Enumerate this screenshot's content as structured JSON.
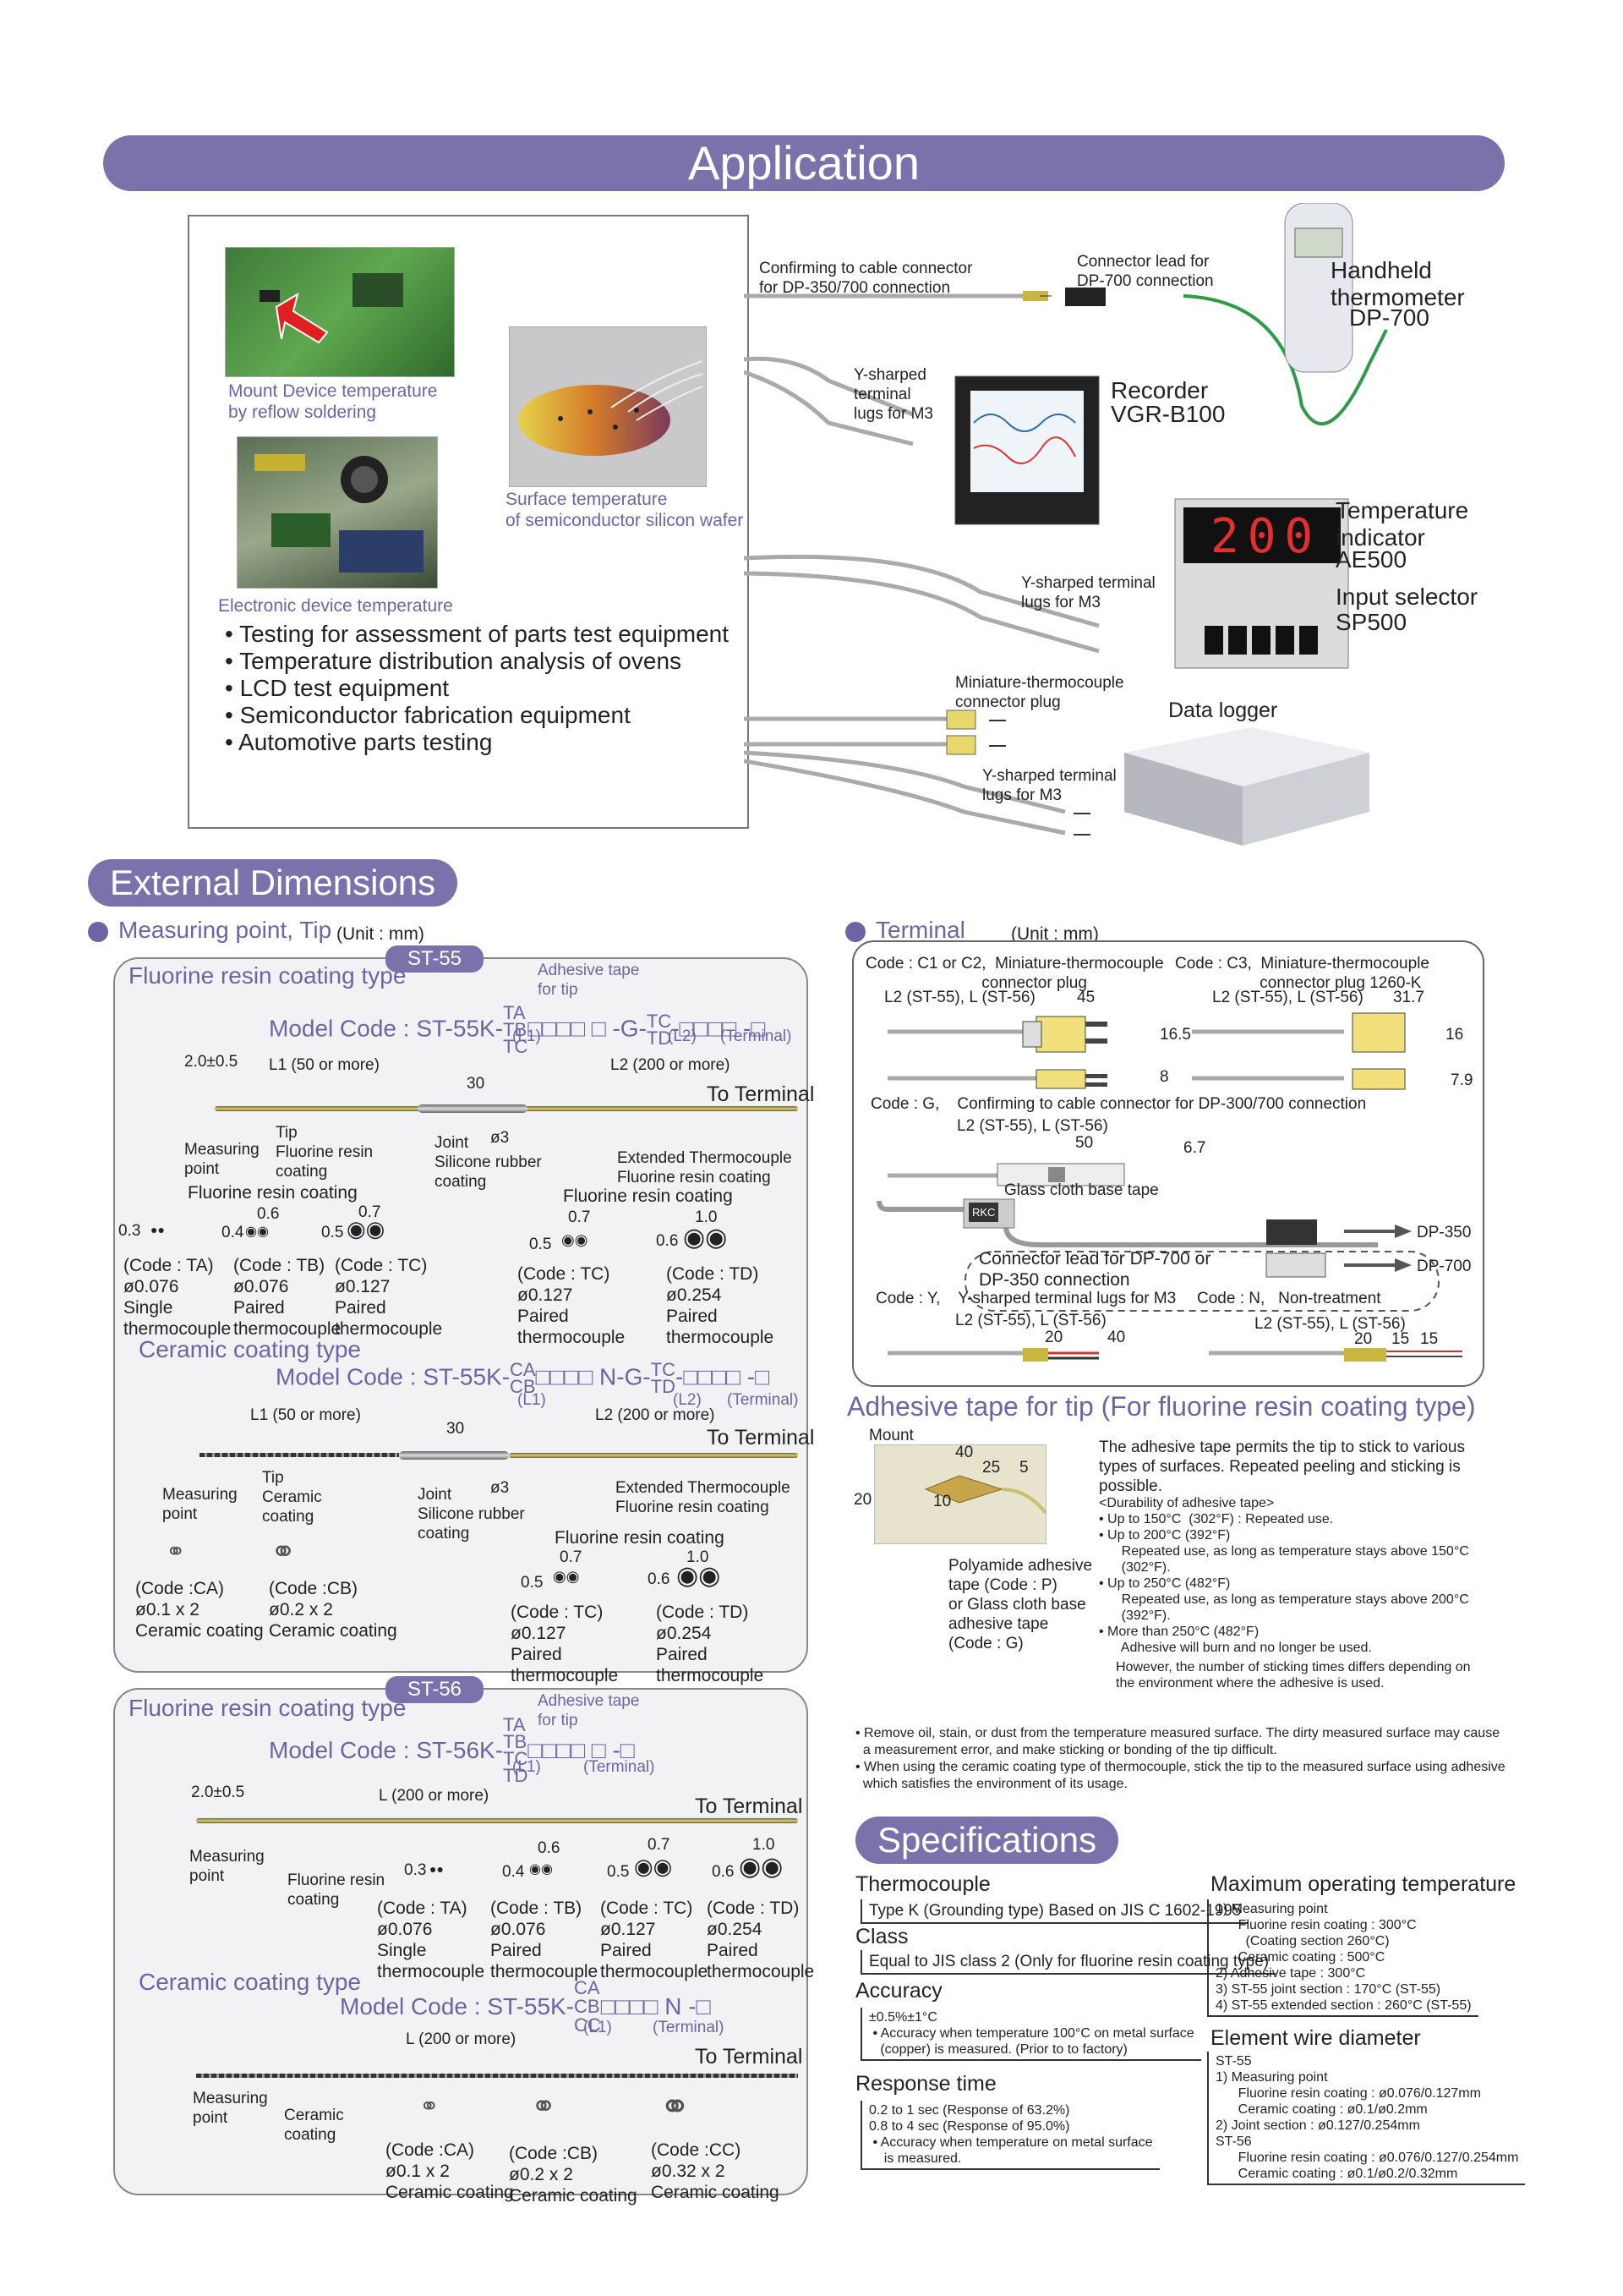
{
  "application": {
    "title": "Application",
    "photo_labels": {
      "mount": "Mount Device temperature\nby reflow soldering",
      "wafer": "Surface temperature\nof semiconductor silicon wafer",
      "electronic": "Electronic device temperature"
    },
    "uses": [
      "Testing for assessment of parts test equipment",
      "Temperature distribution analysis of ovens",
      "LCD test equipment",
      "Semiconductor fabrication equipment",
      "Automotive parts testing"
    ],
    "labels": {
      "confirming": "Confirming to cable connector\nfor DP-350/700 connection",
      "connector_lead": "Connector lead for\nDP-700 connection",
      "handheld": "Handheld\nthermometer",
      "handheld_model": "DP-700",
      "y_sharped_1": "Y-sharped\nterminal\nlugs for M3",
      "recorder": "Recorder",
      "recorder_model": "VGR-B100",
      "temp_indicator": "Temperature\nindicator",
      "temp_indicator_model": "AE500",
      "input_selector": "Input selector",
      "input_selector_model": "SP500",
      "display_value": "200",
      "y_sharped_2": "Y-sharped terminal\nlugs for M3",
      "mini_plug": "Miniature-thermocouple\nconnector plug",
      "data_logger": "Data logger",
      "y_sharped_3": "Y-sharped terminal\nlugs for M3",
      "dots": "⋮"
    }
  },
  "external": {
    "title": "External Dimensions",
    "measuring_point": "Measuring point, Tip",
    "unit": "(Unit : mm)",
    "st55": {
      "badge": "ST-55",
      "fluorine_title": "Fluorine resin coating type",
      "adhesive_tape": "Adhesive tape\nfor tip",
      "model_code_f": "Model Code : ST-55K-",
      "model_stack_f": "TA\nTB\nTC",
      "model_mid_f": "□□□□ □ -G-",
      "model_stack2_f": "TC\nTD",
      "model_tail_f": "-□□□□ -□",
      "l1": "(L1)",
      "l2": "(L2)",
      "terminal": "(Terminal)",
      "dim_20": "2.0±0.5",
      "dim_l1": "L1  (50 or more)",
      "dim_l2": "L2  (200 or more)",
      "dim_30": "30",
      "to_terminal": "To Terminal",
      "measuring_point_lbl": "Measuring\npoint",
      "tip_lbl": "Tip\nFluorine resin\ncoating",
      "joint_lbl": "Joint\nSilicone rubber\ncoating",
      "phi3": "ø3",
      "extended_lbl": "Extended Thermocouple\nFluorine resin coating",
      "fluorine_coating": "Fluorine resin coating",
      "codes_f": [
        {
          "dim": "0.3",
          "code": "(Code : TA)\nø0.076\nSingle\nthermocouple"
        },
        {
          "dim": "0.6",
          "code": "(Code : TB)\nø0.076\nPaired\nthermocouple"
        },
        {
          "dim": "0.7",
          "code": "(Code : TC)\nø0.127\nPaired\nthermocouple"
        }
      ],
      "dim_04": "0.4",
      "dim_05": "0.5",
      "codes_ext": [
        {
          "dim": "0.7",
          "code": "(Code : TC)\nø0.127\nPaired\nthermocouple"
        },
        {
          "dim": "1.0",
          "code": "(Code : TD)\nø0.254\nPaired\nthermocouple"
        }
      ],
      "dim_05b": "0.5",
      "dim_06": "0.6",
      "ceramic_title": "Ceramic coating type",
      "model_code_c": "Model Code : ST-55K-",
      "model_stack_c": "CA\nCB",
      "model_mid_c": "□□□□ N-G-",
      "model_stack2_c": "TC\nTD",
      "model_tail_c": "-□□□□ -□",
      "ceramic_lbl": "Tip\nCeramic\ncoating",
      "codes_c": [
        {
          "code": "(Code :CA)\nø0.1 x 2\nCeramic coating"
        },
        {
          "code": "(Code :CB)\nø0.2 x 2\nCeramic coating"
        }
      ]
    },
    "st56": {
      "badge": "ST-56",
      "fluorine_title": "Fluorine resin coating type",
      "adhesive_tape": "Adhesive tape\nfor tip",
      "model_code_f": "Model Code : ST-56K-",
      "model_stack_f": "TA\nTB\nTC\nTD",
      "model_tail_f": "□□□□ □ -□",
      "l1": "(L1)",
      "terminal": "(Terminal)",
      "dim_20": "2.0±0.5",
      "dim_l": "L (200 or more)",
      "to_terminal": "To Terminal",
      "measuring_point_lbl": "Measuring\npoint",
      "fluorine_lbl": "Fluorine resin\ncoating",
      "codes_f": [
        {
          "dim": "0.3",
          "code": "(Code : TA)\nø0.076\nSingle\nthermocouple"
        },
        {
          "dim": "0.6",
          "code": "(Code : TB)\nø0.076\nPaired\nthermocouple"
        },
        {
          "dim": "0.7",
          "code": "(Code : TC)\nø0.127\nPaired\nthermocouple"
        },
        {
          "dim": "1.0",
          "code": "(Code : TD)\nø0.254\nPaired\nthermocouple"
        }
      ],
      "dim_04": "0.4",
      "dim_05": "0.5",
      "dim_06": "0.6",
      "ceramic_title": "Ceramic coating type",
      "model_code_c": "Model Code : ST-55K-",
      "model_stack_c": "CA\nCB\nCC",
      "model_tail_c": "□□□□ N -□",
      "dim_l2": "L (200 or more)",
      "ceramic_lbl": "Ceramic\ncoating",
      "codes_c": [
        {
          "code": "(Code :CA)\nø0.1 x 2\nCeramic coating"
        },
        {
          "code": "(Code :CB)\nø0.2 x 2\nCeramic coating"
        },
        {
          "code": "(Code :CC)\nø0.32 x 2\nCeramic coating"
        }
      ]
    }
  },
  "terminal": {
    "title": "Terminal",
    "unit": "(Unit : mm)",
    "c1c2": "Code : C1 or C2,  Miniature-thermocouple\n                          connector plug",
    "c3": "Code : C3,  Miniature-thermocouple\n                   connector plug 1260-K",
    "l2_l": "L2 (ST-55), L (ST-56)",
    "d45": "45",
    "d317": "31.7",
    "d165": "16.5",
    "d16": "16",
    "d8": "8",
    "d79": "7.9",
    "code_g": "Code : G,    Confirming to cable connector for DP-300/700 connection",
    "d50": "50",
    "d67": "6.7",
    "glass_tape": "Glass cloth base tape",
    "connector_lead": "Connector lead for DP-700 or\nDP-350 connection",
    "dp350": "DP-350",
    "dp700": "DP-700",
    "brand": "RKC",
    "code_y": "Code : Y,    Y-sharped terminal lugs for M3",
    "code_n": "Code : N,   Non-treatment",
    "d20": "20",
    "d40": "40",
    "d15": "15"
  },
  "adhesive": {
    "title": "Adhesive tape for tip (For fluorine resin coating type)",
    "mount": "Mount",
    "d40": "40",
    "d25": "25",
    "d5": "5",
    "d20": "20",
    "d10": "10",
    "tape_lbl": "Polyamide adhesive\ntape (Code : P)\nor Glass cloth base\nadhesive tape\n(Code : G)",
    "intro": "The adhesive tape permits the tip to stick to various types of surfaces. Repeated peeling and sticking is possible.",
    "durability": "<Durability of adhesive tape>",
    "items": [
      "• Up to 150°C  (302°F) : Repeated use.",
      "• Up to 200°C (392°F)",
      "      Repeated use, as long as temperature stays above 150°C\n      (302°F).",
      "• Up to 250°C (482°F)",
      "      Repeated use, as long as temperature stays above 200°C\n      (392°F).",
      "• More than 250°C (482°F)",
      "      Adhesive will burn and no longer be used."
    ],
    "note": "However, the number of sticking times differs depending on the environment where the adhesive is used.",
    "remarks": [
      "• Remove oil, stain, or dust from the temperature measured surface. The dirty measured surface may cause\n  a measurement error, and make sticking or bonding of the tip difficult.",
      "• When using the ceramic coating type of thermocouple, stick the tip to the measured surface using adhesive\n  which satisfies the environment of its usage."
    ]
  },
  "specs": {
    "title": "Specifications",
    "thermocouple_h": "Thermocouple",
    "thermocouple_v": "Type K (Grounding type) Based on JIS C 1602-1995",
    "class_h": "Class",
    "class_v": "Equal to JIS class 2 (Only for fluorine resin coating type)",
    "accuracy_h": "Accuracy",
    "accuracy_v": "±0.5%±1°C\n • Accuracy when temperature 100°C on metal surface\n   (copper) is measured. (Prior to to factory)",
    "response_h": "Response time",
    "response_v": "0.2 to 1 sec (Response of 63.2%)\n0.8 to 4 sec (Response of 95.0%)\n • Accuracy when temperature on metal surface\n    is measured.",
    "maxtemp_h": "Maximum operating temperature",
    "maxtemp_v": "1) Measuring point\n      Fluorine resin coating : 300°C\n        (Coating section 260°C)\n      Ceramic coating : 500°C\n2) Adhesive tape : 300°C\n3) ST-55 joint section : 170°C (ST-55)\n4) ST-55 extended section : 260°C (ST-55)",
    "wire_h": "Element wire diameter",
    "wire_v": "ST-55\n1) Measuring point\n      Fluorine resin coating : ø0.076/0.127mm\n      Ceramic coating : ø0.1/ø0.2mm\n2) Joint section : ø0.127/0.254mm\nST-56\n      Fluorine resin coating : ø0.076/0.127/0.254mm\n      Ceramic coating : ø0.1/ø0.2/0.32mm"
  },
  "colors": {
    "accent": "#7b72ab",
    "label": "#6d64a6",
    "wire": "#c9bf72"
  }
}
